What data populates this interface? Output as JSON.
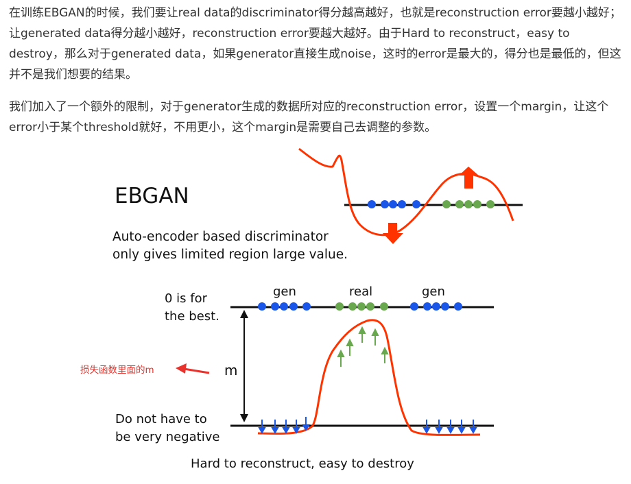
{
  "article": {
    "paragraph_1": "在训练EBGAN的时候，我们要让real data的discriminator得分越高越好，也就是reconstruction error要越小越好；让generated data得分越小越好，reconstruction error要越大越好。由于Hard to reconstruct，easy to destroy，那么对于generated data，如果generator直接生成noise，这时的error是最大的，得分也是最低的，但这并不是我们想要的结果。",
    "paragraph_2": "我们加入了一个额外的限制，对于generator生成的数据所对应的reconstruction error，设置一个margin，让这个error小于某个threshold就好，不用更小，这个margin是需要自己去调整的参数。"
  },
  "figure": {
    "title": "EBGAN",
    "subtitle_line1": "Auto-encoder based discriminator",
    "subtitle_line2": "only gives limited region large value.",
    "label_best_line1": "0 is for",
    "label_best_line2": "the best.",
    "label_gen_left": "gen",
    "label_real": "real",
    "label_gen_right": "gen",
    "label_m": "m",
    "label_negative_line1": "Do not have to",
    "label_negative_line2": "be very negative",
    "caption": "Hard to reconstruct, easy to destroy",
    "annotation": "损失函数里面的m",
    "colors": {
      "curve": "#ff3300",
      "gen_dots": "#1a56e8",
      "real_dots": "#6aa84f",
      "annotation": "#e8322b",
      "up_arrows": "#6aa84f",
      "down_arrows": "#1a56e8",
      "big_arrows": "#ff3300"
    }
  }
}
